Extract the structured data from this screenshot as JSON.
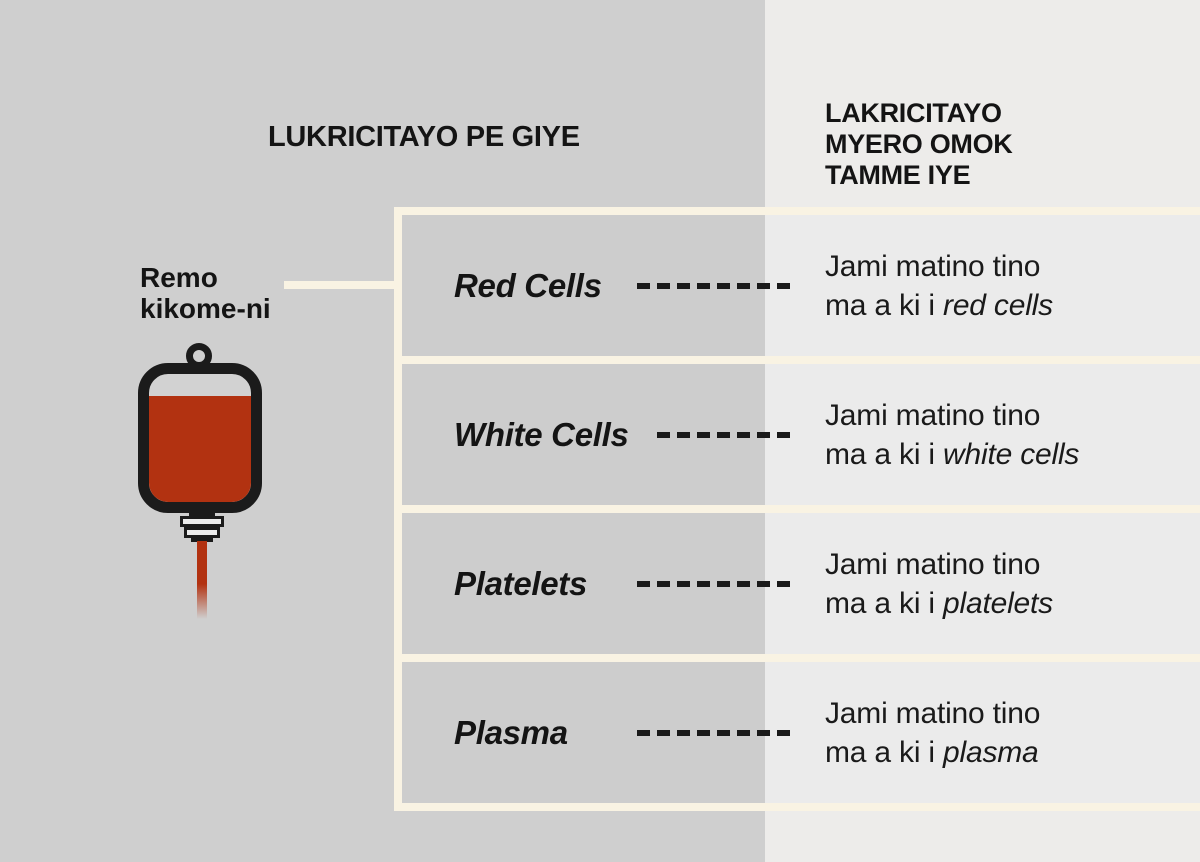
{
  "colors": {
    "page_bg": "#cfcfcf",
    "right_column_bg": "#edecea",
    "row_right_bg": "#ebebeb",
    "row_left_bg": "#cdcdcd",
    "border_cream": "#f9f3e3",
    "ink": "#141414",
    "blood_red": "#b23211",
    "bag_inner": "#d2d2d2"
  },
  "headers": {
    "left": "LUKRICITAYO PE GIYE",
    "right_lines": [
      "LAKRICITAYO",
      "MYERO OMOK",
      "TAMME IYE"
    ]
  },
  "bag": {
    "label_line1": "Remo",
    "label_line2": "kikome-ni"
  },
  "rows": [
    {
      "label": "Red Cells",
      "dash_count": 8,
      "desc_line1": "Jami matino tino",
      "desc_line2_prefix": "ma a ki i ",
      "desc_line2_italic": "red cells"
    },
    {
      "label": "White Cells",
      "dash_count": 7,
      "desc_line1": "Jami matino tino",
      "desc_line2_prefix": "ma a ki i ",
      "desc_line2_italic": "white cells"
    },
    {
      "label": "Platelets",
      "dash_count": 8,
      "desc_line1": "Jami matino tino",
      "desc_line2_prefix": "ma a ki i ",
      "desc_line2_italic": "platelets"
    },
    {
      "label": "Plasma",
      "dash_count": 8,
      "desc_line1": "Jami matino tino",
      "desc_line2_prefix": "ma a ki i ",
      "desc_line2_italic": "plasma"
    }
  ]
}
